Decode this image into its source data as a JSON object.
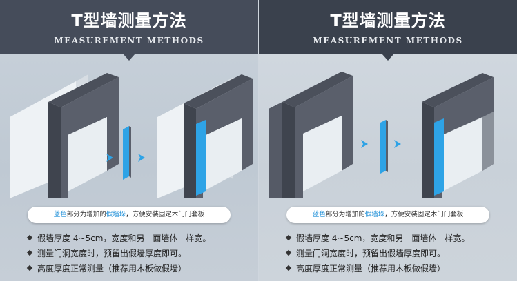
{
  "panels": [
    {
      "title": "T型墙测量方法",
      "subtitle": "MEASUREMENT METHODS",
      "note": {
        "part1": "蓝色",
        "part2": "部分为增加的",
        "part3": "假墙垛",
        "part4": "，方便安装固定木门门套板"
      },
      "bullets": [
        "假墙厚度 4~5cm，宽度和另一面墙体一样宽。",
        "测量门洞宽度时，预留出假墙厚度即可。",
        "高度厚度正常测量（推荐用木板做假墙）"
      ]
    },
    {
      "title": "T型墙测量方法",
      "subtitle": "MEASUREMENT METHODS",
      "note": {
        "part1": "蓝色",
        "part2": "部分为增加的",
        "part3": "假墙垛",
        "part4": "，方便安装固定木门门套板"
      },
      "bullets": [
        "假墙厚度 4~5cm，宽度和另一面墙体一样宽。",
        "测量门洞宽度时，预留出假墙厚度即可。",
        "高度厚度正常测量（推荐用木板做假墙）"
      ]
    }
  ],
  "colors": {
    "wall_face": "#e9eef2",
    "wall_dark": "#4a4f5a",
    "wall_side": "#8b919a",
    "false_wall": "#2ea3e6",
    "arrow": "#2ea3e6"
  },
  "icons": [
    "arrow-right-icon",
    "bullet-diamond-icon"
  ]
}
